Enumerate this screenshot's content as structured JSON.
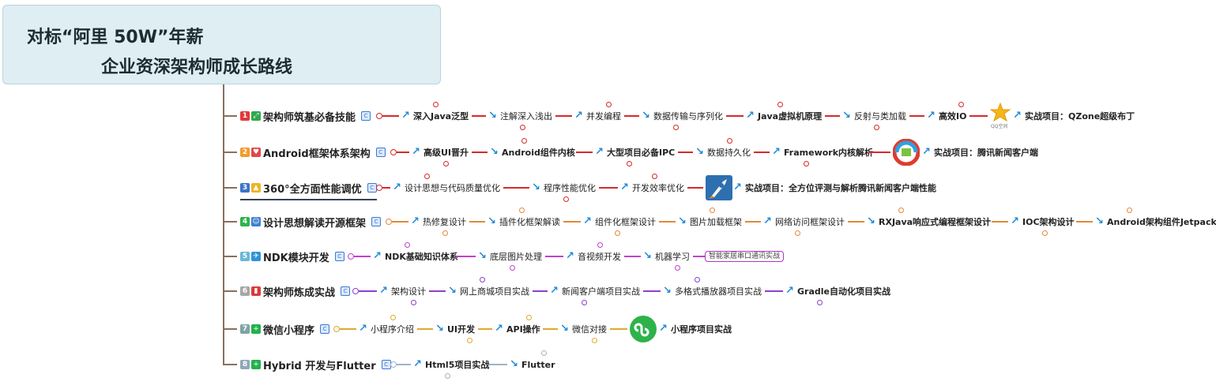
{
  "title": {
    "line1": "对标“阿里 50W”年薪",
    "line2": "企业资深架构师成长路线"
  },
  "branches": [
    {
      "num": "1",
      "label": "架构师筑基必备技能",
      "num_color": "#e03a3a",
      "icon": "expand-arrows-icon",
      "icon_color": "#2fa94e",
      "line_color": "#d42a2a",
      "items": [
        "深入Java泛型",
        "注解深入浅出",
        "并发编程",
        "数据传输与序列化",
        "Java虚拟机原理",
        "反射与类加载",
        "高效IO"
      ],
      "project": "实战项目：QZone超级布丁",
      "project_image": "qq-zone-star-logo",
      "project_caption": "QQ空间"
    },
    {
      "num": "2",
      "label": "Android框架体系架构",
      "num_color": "#f39c2b",
      "icon": "heart-icon",
      "icon_color": "#e04848",
      "line_color": "#d42a2a",
      "items": [
        "高级UI晋升",
        "Android组件内核",
        "大型项目必备IPC",
        "数据持久化",
        "Framework内核解析"
      ],
      "project": "实战项目：腾讯新闻客户端",
      "project_image": "tencent-news-logo"
    },
    {
      "num": "3",
      "label": "360°全方面性能调优",
      "num_color": "#3b73c8",
      "icon": "thumbs-up-icon",
      "icon_color": "#f0b324",
      "line_color": "#d42a2a",
      "items": [
        "设计思想与代码质量优化",
        "程序性能优化",
        "开发效率优化"
      ],
      "project": "实战项目：全方位评测与解析腾讯新闻客户端性能",
      "project_image": "rocket-image"
    },
    {
      "num": "4",
      "label": "设计思想解读开源框架",
      "num_color": "#2fb34c",
      "icon": "users-icon",
      "icon_color": "#3f7fd0",
      "line_color": "#e08a3a",
      "items": [
        "热修复设计",
        "插件化框架解读",
        "组件化框架设计",
        "图片加载框架",
        "网络访问框架设计",
        "RXJava响应式编程框架设计",
        "IOC架构设计",
        "Android架构组件Jetpack"
      ]
    },
    {
      "num": "5",
      "label": "NDK模块开发",
      "num_color": "#6ab7d8",
      "icon": "airplane-icon",
      "icon_color": "#2e94d8",
      "line_color": "#c33fd0",
      "items": [
        "NDK基础知识体系",
        "底层图片处理",
        "音视频开发",
        "机器学习"
      ],
      "extra_tag": "智能家居串口通讯实战"
    },
    {
      "num": "6",
      "label": "架构师炼成实战",
      "num_color": "#a6a6a6",
      "icon": "thermometer-icon",
      "icon_color": "#d93a3a",
      "line_color": "#8b3fd0",
      "items": [
        "架构设计",
        "网上商城项目实战",
        "新闻客户端项目实战",
        "多格式播放器项目实战",
        "Gradle自动化项目实战"
      ]
    },
    {
      "num": "7",
      "label": "微信小程序",
      "num_color": "#7fa4a4",
      "icon": "plus-circle-icon",
      "icon_color": "#22b14c",
      "line_color": "#e0a830",
      "items": [
        "小程序介绍",
        "UI开发",
        "API操作",
        "微信对接"
      ],
      "project": "小程序项目实战",
      "project_image": "wechat-miniprogram-logo"
    },
    {
      "num": "8",
      "label": "Hybrid 开发与Flutter",
      "num_color": "#8fa8b8",
      "icon": "plus-circle-icon",
      "icon_color": "#22b14c",
      "line_color": "#9fb4c8",
      "items": [
        "Html5项目实战",
        "Flutter"
      ]
    }
  ],
  "colors": {
    "title_bg": "#deeef3",
    "trunk": "#8a6f5c",
    "arrow": "#1f8ad8"
  }
}
